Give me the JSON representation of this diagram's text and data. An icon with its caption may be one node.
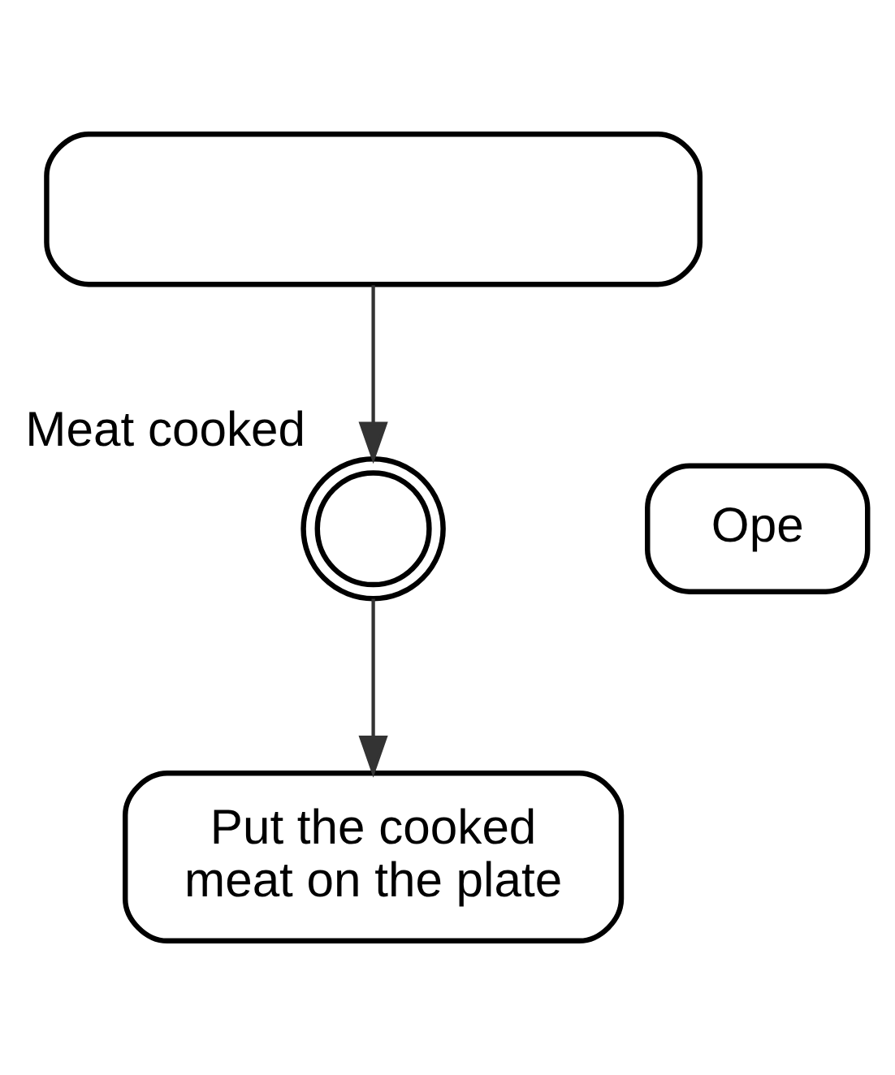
{
  "diagram": {
    "nodes": [
      {
        "text": [],
        "shape": "box"
      },
      {
        "text": [
          "Ope"
        ]
      },
      {
        "text": [],
        "shape": "circle",
        "beside": [
          "Meat cooked"
        ]
      },
      {
        "text": [
          "Put the cooked meat on the plate"
        ]
      }
    ],
    "edges": [
      {
        "from": 0,
        "to": 2,
        "arrow": "to"
      },
      {
        "from": 2,
        "to": 3,
        "arrow": "to"
      }
    ]
  }
}
